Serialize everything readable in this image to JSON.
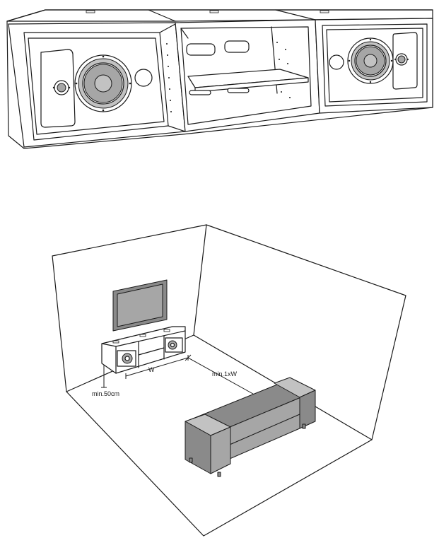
{
  "labels": {
    "width": "W",
    "distance": "min.1xW",
    "clearance": "min.50cm"
  }
}
